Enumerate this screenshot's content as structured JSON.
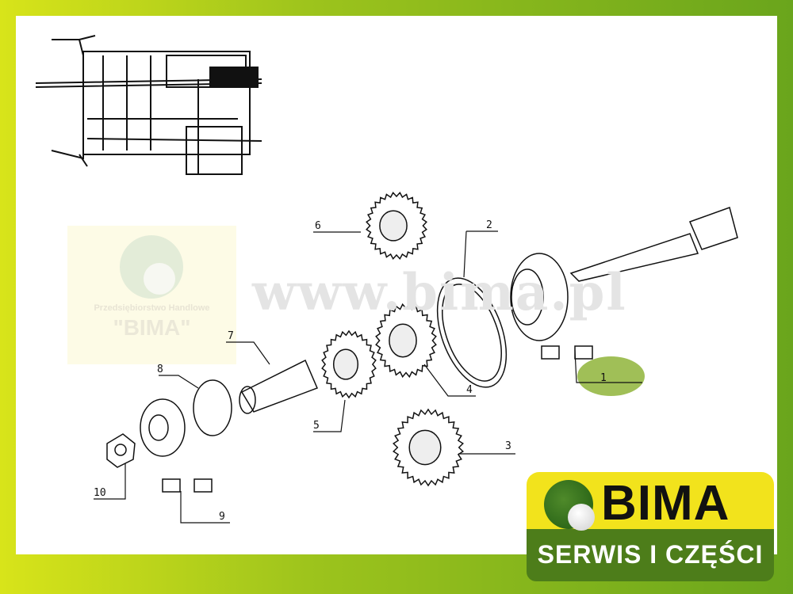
{
  "watermark": {
    "url": "www.bima.pl",
    "company_line": "Przedsiębiorstwo Handlowe",
    "company_name": "\"BIMA\""
  },
  "part_labels": [
    "1",
    "2",
    "3",
    "4",
    "5",
    "6",
    "7",
    "8",
    "9",
    "10"
  ],
  "highlighted_part": "1",
  "logo": {
    "name": "BIMA",
    "tagline": "SERWIS I CZĘŚCI"
  },
  "colors": {
    "highlight": "#8fb43a",
    "logo_yellow": "#f2e31c",
    "logo_green": "#4d7d1a"
  }
}
